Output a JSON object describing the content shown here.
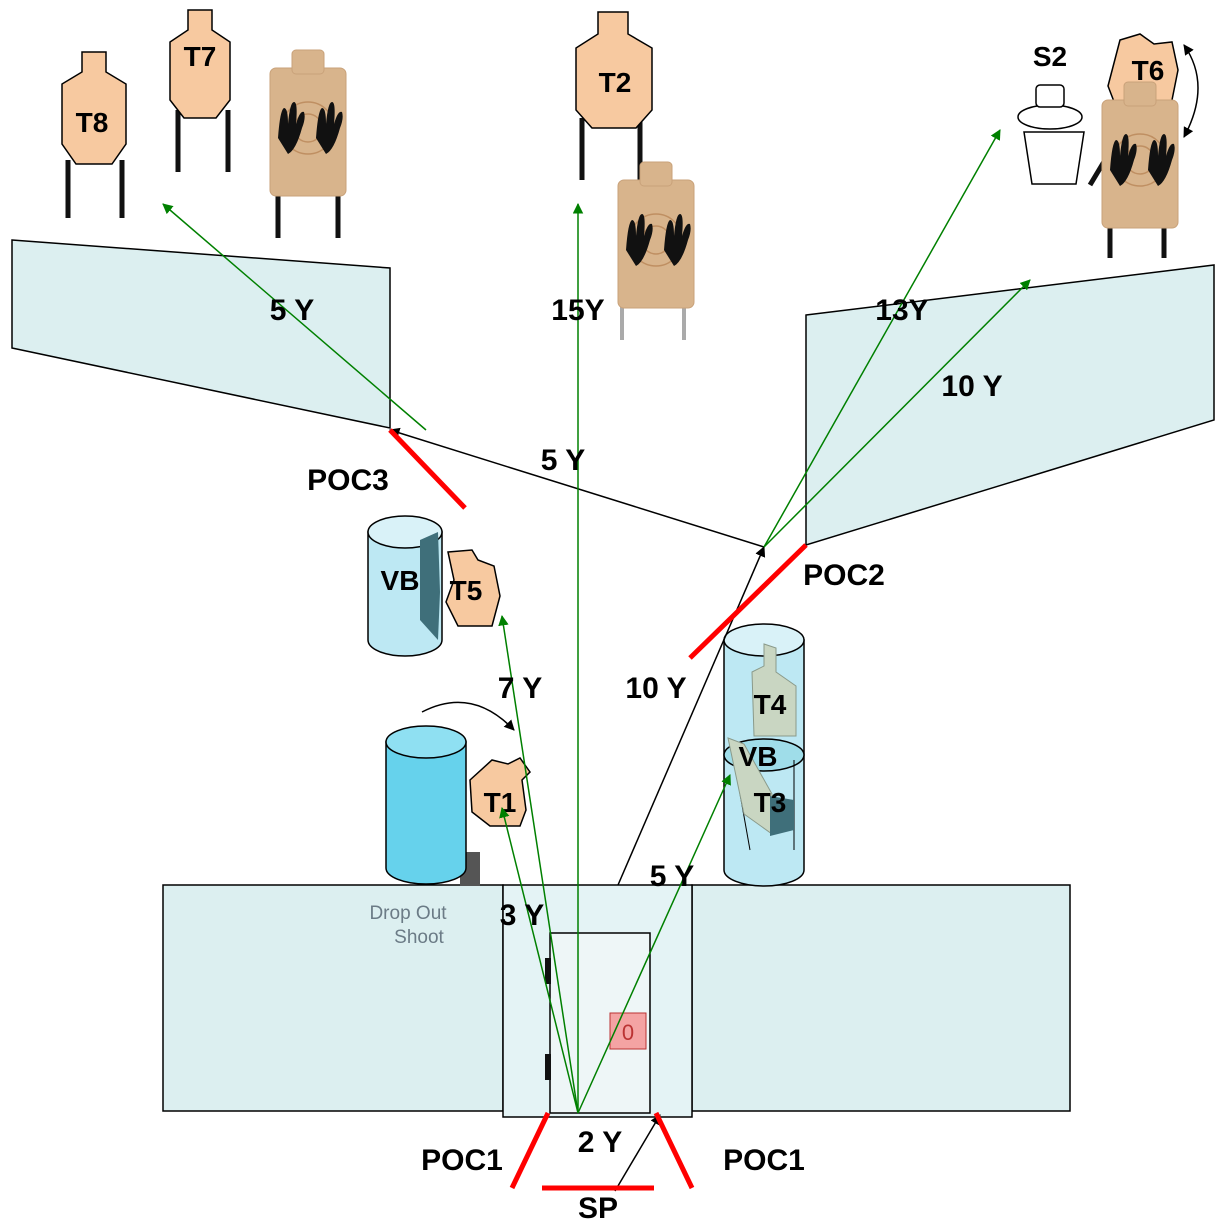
{
  "targets": {
    "t1": "T1",
    "t2": "T2",
    "t3": "T3",
    "t4": "T4",
    "t5": "T5",
    "t6": "T6",
    "t7": "T7",
    "t8": "T8"
  },
  "steel": {
    "s2": "S2"
  },
  "barrels": {
    "vb_left": "VB",
    "vb_right": "VB"
  },
  "positions": {
    "poc1_left": "POC1",
    "poc1_right": "POC1",
    "poc2": "POC2",
    "poc3": "POC3",
    "sp": "SP"
  },
  "distances": {
    "d_2y": "2 Y",
    "d_3y": "3 Y",
    "d_5y_bottom": "5 Y",
    "d_7y": "7 Y",
    "d_10y_left": "10 Y",
    "d_5y_mid": "5 Y",
    "d_5y_top": "5 Y",
    "d_15y": "15Y",
    "d_13y": "13Y",
    "d_10y_right": "10 Y"
  },
  "notes": {
    "drop_out": "Drop Out",
    "shoot": "Shoot",
    "door_marker": "0"
  },
  "colors": {
    "wall": "#dceff0",
    "target_tan": "#f7c9a0",
    "barrel_blue": "#66d2ec",
    "barrel_glass": "#bde8f3",
    "fault_line": "#ff0000",
    "shot_line": "#008000"
  }
}
